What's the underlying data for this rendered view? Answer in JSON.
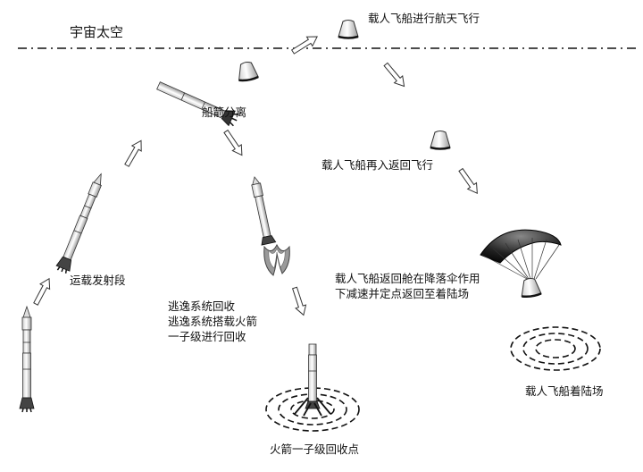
{
  "labels": {
    "space": "宇宙太空",
    "spaceflight": "载人飞船进行航天飞行",
    "separation": "船箭分离",
    "reentry": "载人飞船再入返回飞行",
    "ascent": "运载发射段",
    "escape_line1": "逃逸系统回收",
    "escape_line2": "逃逸系统搭载火箭",
    "escape_line3": "一子级进行回收",
    "parachute_line1": "载人飞船返回舱在降落伞作用",
    "parachute_line2": "下减速并定点返回至着陆场",
    "stage_recovery_point": "火箭一子级回收点",
    "landing_site": "载人飞船着陆场"
  }
}
